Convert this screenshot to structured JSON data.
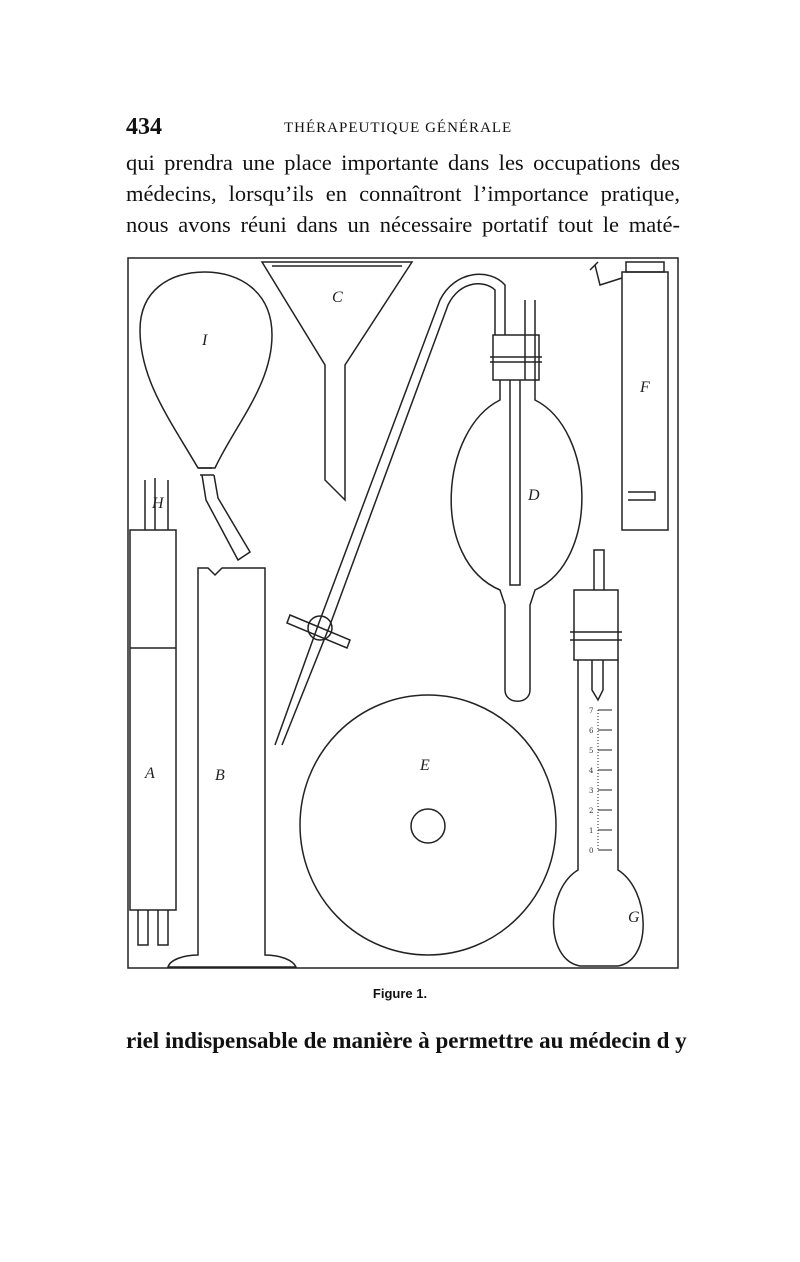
{
  "header": {
    "page_number": "434",
    "running_title": "THÉRAPEUTIQUE GÉNÉRALE"
  },
  "body": {
    "lines_before": [
      "qui prendra une place importante dans les occupations des",
      "médecins, lorsqu’ils en connaîtront l’importance pratique,",
      "nous avons réuni dans un nécessaire portatif tout le maté-"
    ],
    "line_after": "riel indispensable de manière à permettre au médecin d y"
  },
  "figure": {
    "caption": "Figure 1.",
    "labels": {
      "I": "I",
      "C": "C",
      "D": "D",
      "F": "F",
      "H": "H",
      "A": "A",
      "B": "B",
      "E": "E",
      "G": "G"
    },
    "scale_marks": [
      "7",
      "6",
      "5",
      "4",
      "3",
      "2",
      "1",
      "0"
    ]
  }
}
